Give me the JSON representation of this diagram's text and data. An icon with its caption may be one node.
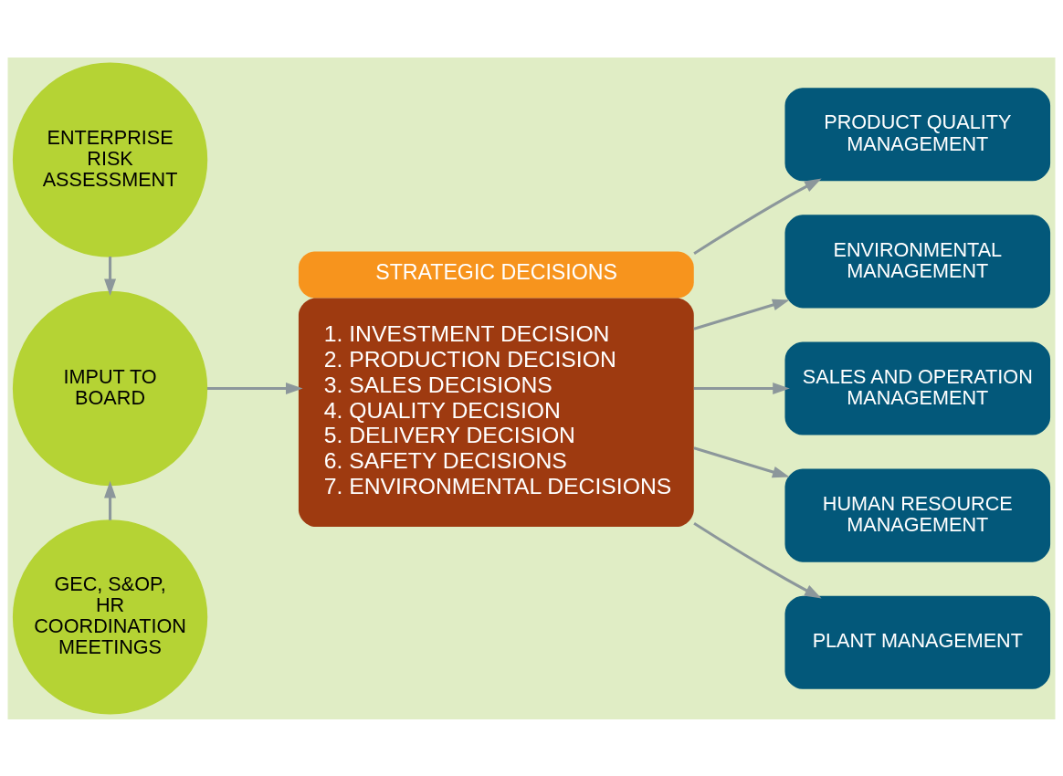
{
  "diagram": {
    "nodes": [
      {
        "text": [
          "ENTERPRISE RISK ASSESSMENT"
        ]
      },
      {
        "text": [
          "IMPUT TO BOARD"
        ]
      },
      {
        "text": [
          "GEC, S&OP, HR COORDINATION MEETINGS"
        ]
      },
      {
        "text": [
          "STRATEGIC DECISIONS",
          "1. INVESTMENT DECISION",
          "2. PRODUCTION DECISION",
          "3. SALES DECISIONS",
          "4. QUALITY DECISION",
          "5. DELIVERY DECISION",
          "6. SAFETY DECISIONS",
          "7. ENVIRONMENTAL DECISIONS"
        ]
      },
      {
        "text": [
          "PRODUCT QUALITY MANAGEMENT"
        ]
      },
      {
        "text": [
          "ENVIRONMENTAL MANAGEMENT"
        ]
      },
      {
        "text": [
          "SALES AND OPERATION MANAGEMENT"
        ]
      },
      {
        "text": [
          "HUMAN RESOURCE MANAGEMENT"
        ]
      },
      {
        "text": [
          "PLANT MANAGEMENT"
        ]
      }
    ],
    "edges": [
      {
        "from": 0,
        "to": 1,
        "arrow": "to"
      },
      {
        "from": 2,
        "to": 1,
        "arrow": "to"
      },
      {
        "from": 1,
        "to": 3,
        "arrow": "to"
      },
      {
        "from": 3,
        "to": 4,
        "arrow": "to"
      },
      {
        "from": 3,
        "to": 5,
        "arrow": "to"
      },
      {
        "from": 3,
        "to": 6,
        "arrow": "to"
      },
      {
        "from": 3,
        "to": 7,
        "arrow": "to"
      },
      {
        "from": 3,
        "to": 8,
        "arrow": "to"
      }
    ]
  }
}
